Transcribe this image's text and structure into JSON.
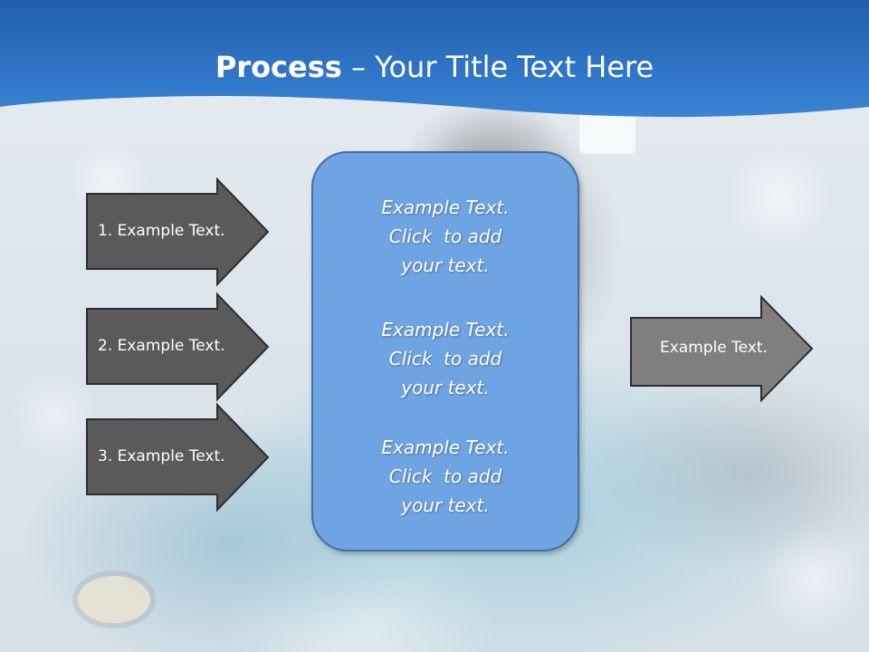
{
  "slide": {
    "title_bold": "Process",
    "title_rest": " – Your Title Text Here",
    "header_color": "#2e73c6",
    "arrow_color": "#5a5a5a",
    "center_box_color": "#6fa4e2"
  },
  "input_arrows": [
    {
      "label": "1. Example Text."
    },
    {
      "label": "2. Example Text."
    },
    {
      "label": "3. Example Text."
    }
  ],
  "center_box": {
    "blocks": [
      {
        "lines": [
          "Example Text.",
          "Click  to add",
          "your text."
        ]
      },
      {
        "lines": [
          "Example Text.",
          "Click  to add",
          "your text."
        ]
      },
      {
        "lines": [
          "Example Text.",
          "Click  to add",
          "your text."
        ]
      }
    ]
  },
  "output_arrow": {
    "label": "Example Text."
  }
}
